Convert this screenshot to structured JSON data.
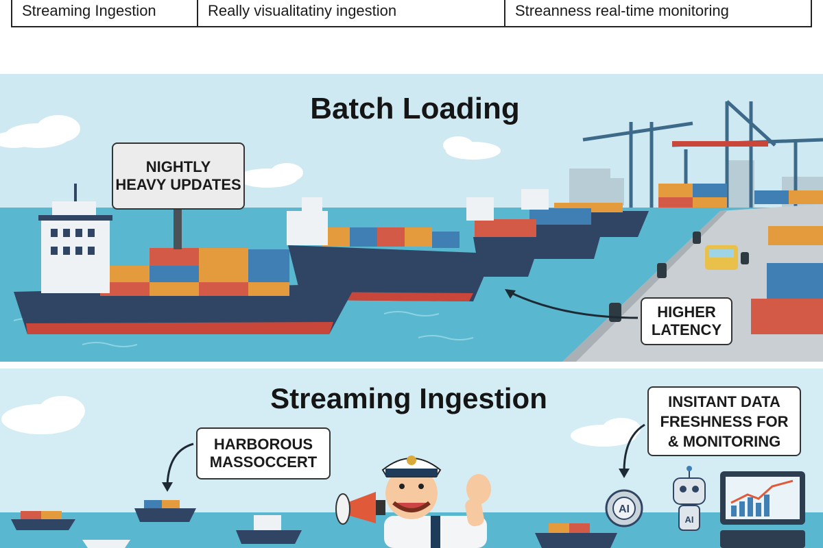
{
  "table": {
    "cells": [
      "Streaming Ingestion",
      "Really visualitatiny ingestion",
      "Streanness real-time monitoring"
    ]
  },
  "batch": {
    "title": "Batch Loading",
    "sign_line1": "NIGHTLY",
    "sign_line2": "HEAVY UPDATES",
    "latency_line1": "HIGHER",
    "latency_line2": "LATENCY"
  },
  "stream": {
    "title": "Streaming Ingestion",
    "harbor_line1": "HARBOROUS",
    "harbor_line2": "MASSOCCERT",
    "fresh_line1": "INSITANT DATA",
    "fresh_line2": "FRESHNESS FOR",
    "fresh_line3": "& MONITORING",
    "ai_badge": "AI",
    "robot_badge": "AI"
  },
  "colors": {
    "sky": "#cfe9f2",
    "sea": "#59b7cf",
    "hull": "#2f4563",
    "hull_red": "#c8473a",
    "container_orange": "#e39b3e",
    "container_blue": "#3f7fb4",
    "container_red": "#d25a46",
    "dock": "#c9cfd3"
  }
}
